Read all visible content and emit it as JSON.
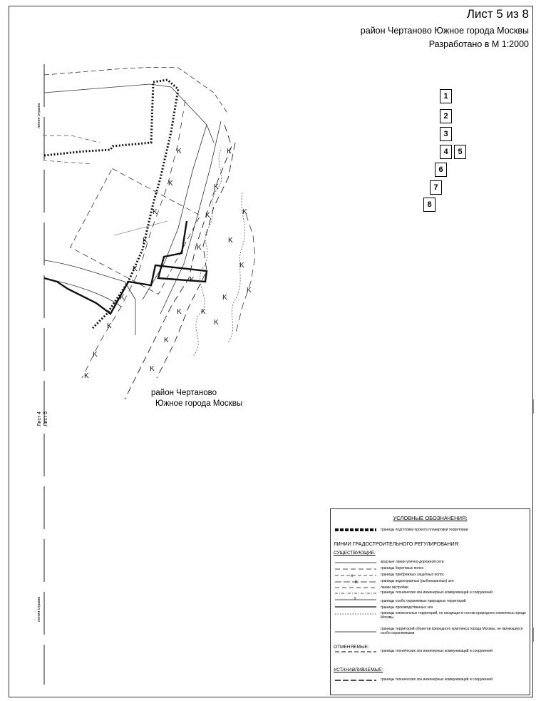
{
  "header": {
    "sheet": "Лист 5 из 8",
    "district": "район Чертаново Южное города Москвы",
    "scale": "Разработано в М 1:2000"
  },
  "map": {
    "district_label_1": "район Чертаново",
    "district_label_2": "Южное города Москвы",
    "side_label_top": "линия отрыва",
    "side_label_bottom": "линия отрыва",
    "sheet_join_1": "Лист 4",
    "sheet_join_2": "Лист 5"
  },
  "index_grid": {
    "sheets": [
      "1",
      "2",
      "3",
      "4",
      "5",
      "6",
      "7",
      "8"
    ],
    "current": "5"
  },
  "legend": {
    "title": "УСЛОВНЫЕ ОБОЗНАЧЕНИЯ:",
    "boundary_label": "границы подготовки проекта планировки территории",
    "section_title": "ЛИНИИ ГРАДОСТРОИТЕЛЬНОГО РЕГУЛИРОВАНИЯ:",
    "existing_title": "СУЩЕСТВУЮЩИЕ:",
    "existing_items": [
      "красные линии улично-дорожной сети",
      "границы береговых полос",
      "границы прибрежных защитных полос",
      "границы водоохранных (рыбоохранных) зон",
      "линии застройки",
      "границы технических зон инженерных коммуникаций и сооружений",
      "границы особо охраняемых природных территорий",
      "границы производственных зон",
      "границы озелененных территорий, не входящих в состав природного комплекса города Москвы",
      "границы территорий объектов природного комплекса города Москвы, не являющихся особо охраняемыми"
    ],
    "cancelled_title": "ОТМЕНЯЕМЫЕ:",
    "cancelled_items": [
      "границы технических зон инженерных коммуникаций и сооружений"
    ],
    "established_title": "УСТАНАВЛИВАЕМЫЕ:",
    "established_items": [
      "границы технических зон инженерных коммуникаций и сооружений"
    ]
  }
}
